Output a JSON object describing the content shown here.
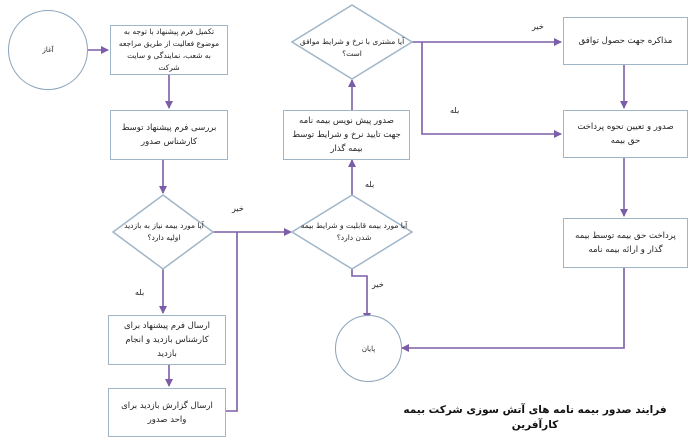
{
  "title": "فرایند صدور بیمه نامه های آتش سوزی شرکت بیمه کارآفرین",
  "nodes": {
    "start": "آغاز",
    "end": "پایان",
    "fill_form": "تکمیل فرم پیشنهاد با توجه به موضوع فعالیت از طریق مراجعه به شعب، نمایندگی و سایت شرکت",
    "review_form": "بررسی فرم پیشنهاد توسط کارشناس صدور",
    "q_visit": "آیا مورد بیمه نیاز به بازدید اولیه دارد؟",
    "send_expert": "ارسال فرم پیشنهاد برای کارشناس بازدید و انجام بازدید",
    "send_report": "ارسال گزارش بازدید برای واحد صدور",
    "q_insurable": "آیا مورد بیمه قابلیت و شرایط بیمه شدن دارد؟",
    "draft": "صدور پیش نویس بیمه نامه جهت تایید نرخ و شرایط توسط بیمه گذار",
    "q_agree": "آیا مشتری با نرخ و شرایط موافق است؟",
    "negotiate": "مذاکره جهت حصول توافق",
    "issue": "صدور و تعیین نحوه پرداخت حق بیمه",
    "payment": "پرداخت حق بیمه توسط بیمه گذار و ارائه بیمه نامه"
  },
  "labels": {
    "yes": "بله",
    "no": "خیر"
  },
  "colors": {
    "arrow": "#7b5ea7",
    "border": "#9fb6c9"
  }
}
